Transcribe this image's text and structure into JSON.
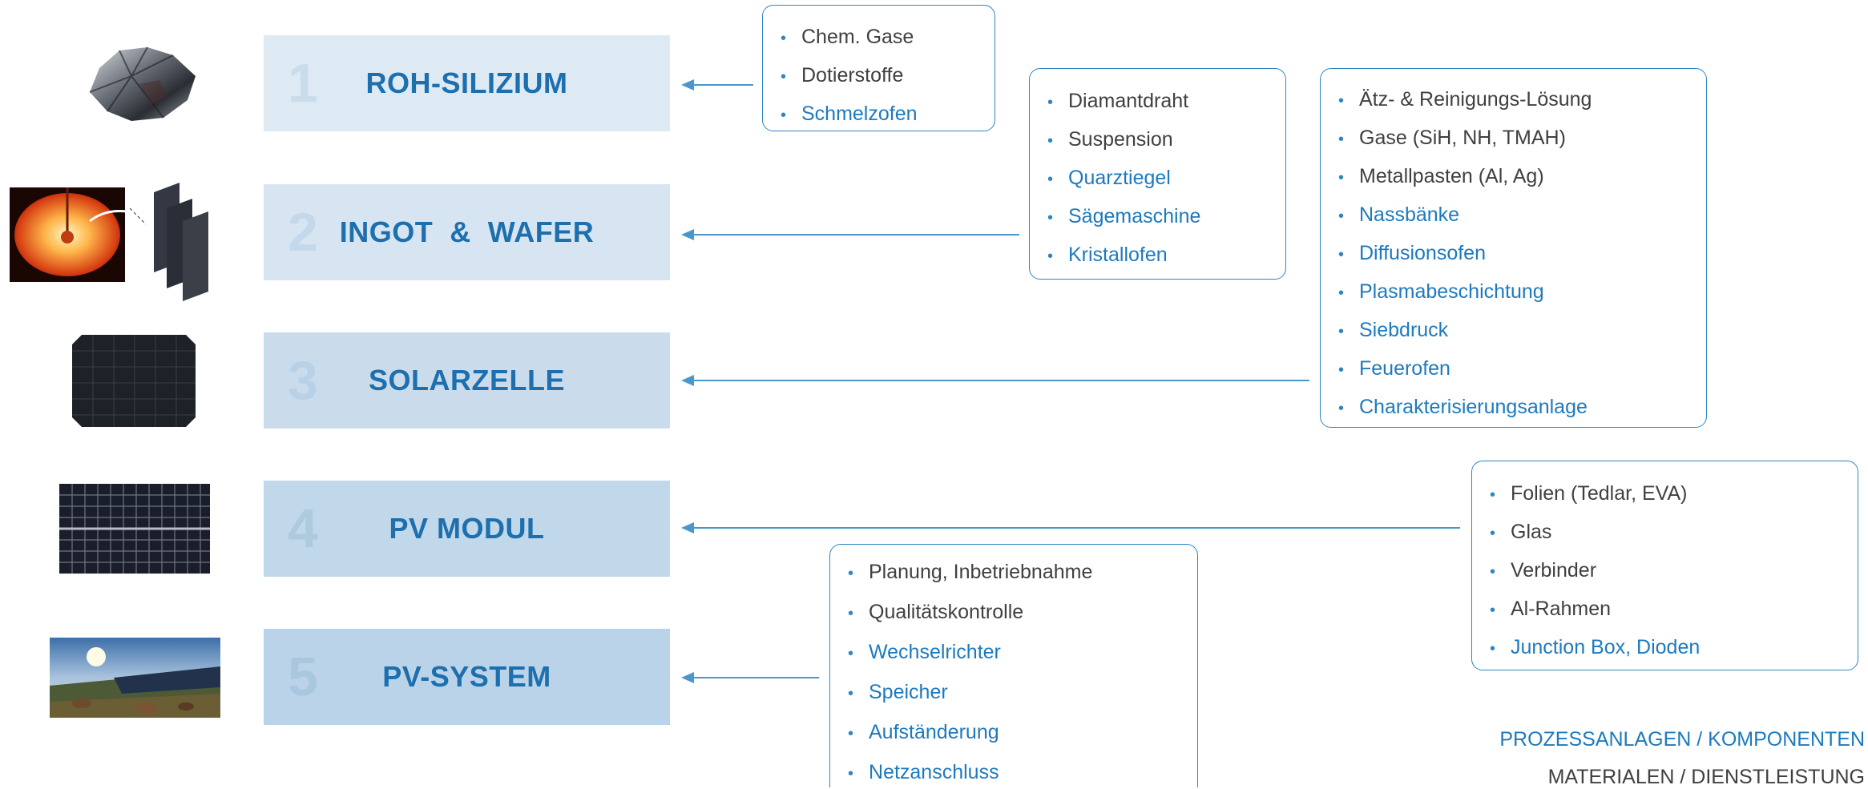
{
  "stages": [
    {
      "num": "1",
      "title": "ROH-SILIZIUM",
      "icon": "silicon-chunk-icon"
    },
    {
      "num": "2",
      "title": "INGOT  &  WAFER",
      "icon": "ingot-wafer-icon"
    },
    {
      "num": "3",
      "title": "SOLARZELLE",
      "icon": "solar-cell-icon"
    },
    {
      "num": "4",
      "title": "PV MODUL",
      "icon": "pv-module-icon"
    },
    {
      "num": "5",
      "title": "PV-SYSTEM",
      "icon": "pv-system-field-icon"
    }
  ],
  "callouts": {
    "roh_silizium": [
      {
        "text": "Chem. Gase",
        "kind": "material"
      },
      {
        "text": "Dotierstoffe",
        "kind": "material"
      },
      {
        "text": "Schmelzofen",
        "kind": "process"
      }
    ],
    "ingot_wafer": [
      {
        "text": "Diamantdraht",
        "kind": "material"
      },
      {
        "text": "Suspension",
        "kind": "material"
      },
      {
        "text": "Quarztiegel",
        "kind": "process"
      },
      {
        "text": "Sägemaschine",
        "kind": "process"
      },
      {
        "text": "Kristallofen",
        "kind": "process"
      }
    ],
    "solarzelle": [
      {
        "text": "Ätz- & Reinigungs-Lösung",
        "kind": "material"
      },
      {
        "text": "Gase (SiH, NH, TMAH)",
        "kind": "material"
      },
      {
        "text": "Metallpasten (Al, Ag)",
        "kind": "material"
      },
      {
        "text": "Nassbänke",
        "kind": "process"
      },
      {
        "text": "Diffusionsofen",
        "kind": "process"
      },
      {
        "text": "Plasmabeschichtung",
        "kind": "process"
      },
      {
        "text": "Siebdruck",
        "kind": "process"
      },
      {
        "text": "Feuerofen",
        "kind": "process"
      },
      {
        "text": "Charakterisierungsanlage",
        "kind": "process"
      }
    ],
    "pv_modul": [
      {
        "text": "Folien (Tedlar, EVA)",
        "kind": "material"
      },
      {
        "text": "Glas",
        "kind": "material"
      },
      {
        "text": "Verbinder",
        "kind": "material"
      },
      {
        "text": "Al-Rahmen",
        "kind": "material"
      },
      {
        "text": "Junction Box, Dioden",
        "kind": "process"
      }
    ],
    "pv_system": [
      {
        "text": "Planung, Inbetriebnahme",
        "kind": "material"
      },
      {
        "text": "Qualitätskontrolle",
        "kind": "material"
      },
      {
        "text": "Wechselrichter",
        "kind": "process"
      },
      {
        "text": "Speicher",
        "kind": "process"
      },
      {
        "text": "Aufständerung",
        "kind": "process"
      },
      {
        "text": "Netzanschluss",
        "kind": "process"
      }
    ]
  },
  "legend": {
    "process": "PROZESSANLAGEN / KOMPONENTEN",
    "material": "MATERIALEN / DIENSTLEISTUNG"
  },
  "colors": {
    "stage_bg": "#cfe0ee",
    "stage_title": "#1d6fae",
    "process_text": "#1d7abf",
    "material_text": "#404040",
    "border": "#2e86c1"
  }
}
